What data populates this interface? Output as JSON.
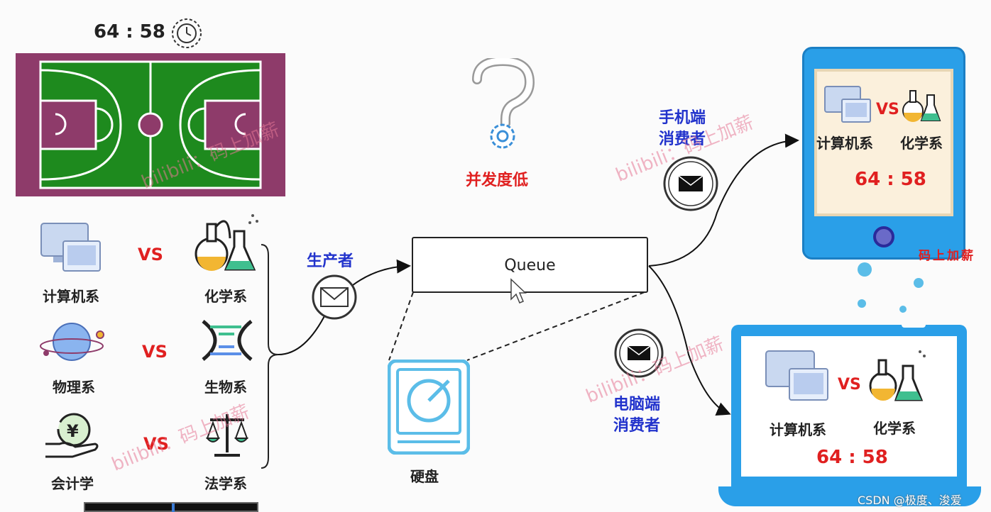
{
  "scoreboard": {
    "score": "64 : 58"
  },
  "matchups": [
    {
      "left": "计算机系",
      "vs": "VS",
      "right": "化学系"
    },
    {
      "left": "物理系",
      "vs": "VS",
      "right": "生物系"
    },
    {
      "left": "会计学",
      "vs": "VS",
      "right": "法学系"
    }
  ],
  "producer": {
    "label": "生产者"
  },
  "queue": {
    "label": "Queue"
  },
  "disk": {
    "label": "硬盘"
  },
  "concurrency": {
    "label": "并发度低"
  },
  "mobile_consumer": {
    "line1": "手机端",
    "line2": "消费者"
  },
  "pc_consumer": {
    "line1": "电脑端",
    "line2": "消费者"
  },
  "phone_screen": {
    "left": "计算机系",
    "vs": "VS",
    "right": "化学系",
    "score": "64 : 58",
    "brand": "码上加薪"
  },
  "laptop_screen": {
    "left": "计算机系",
    "vs": "VS",
    "right": "化学系",
    "score": "64 : 58"
  },
  "watermark": {
    "text": "bilibili：码上加薪"
  },
  "footer": {
    "credit": "CSDN @极度、浚爱"
  },
  "colors": {
    "court_border": "#8e3b6a",
    "court_green": "#1e8a1e",
    "accent_red": "#e02020",
    "label_blue": "#2233cc",
    "device_blue": "#2a9fe8"
  }
}
